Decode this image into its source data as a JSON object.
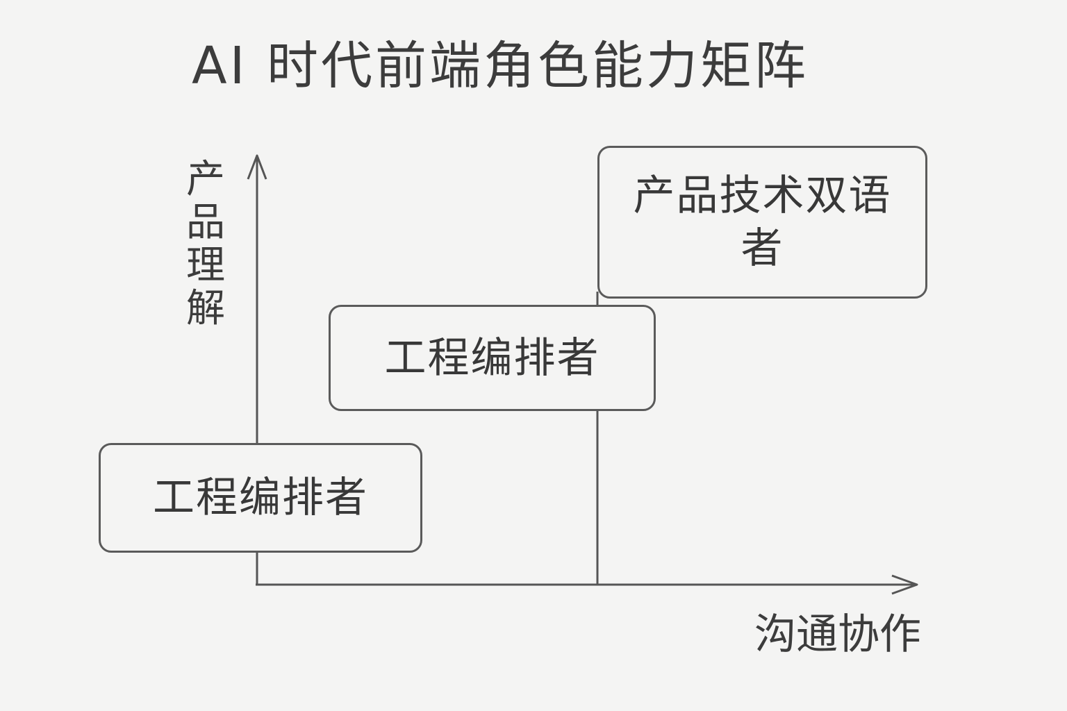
{
  "title": "AI 时代前端角色能力矩阵",
  "axes": {
    "y_label": "产品理解",
    "x_label": "沟通协作"
  },
  "roles": [
    {
      "id": "low",
      "label": "工程编排者"
    },
    {
      "id": "mid",
      "label": "工程编排者"
    },
    {
      "id": "high",
      "label": "产品技术双语者"
    }
  ],
  "colors": {
    "background": "#f4f4f3",
    "ink": "#3a3a3a",
    "line": "#555555"
  }
}
